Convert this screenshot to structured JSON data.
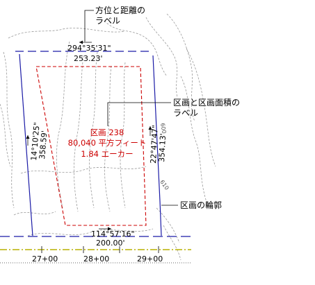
{
  "callouts": {
    "bearing_distance": "方位と距離の\nラベル",
    "parcel_area": "区画と区画面積の\nラベル",
    "parcel_outline": "区画の輪郭"
  },
  "top_segment": {
    "bearing": "294°35'31\"",
    "distance": "253.23'"
  },
  "bottom_segment": {
    "bearing": "114°57'16\"",
    "distance": "200.00'"
  },
  "left_segment": {
    "bearing": "14°10'25\"",
    "distance": "358.59'"
  },
  "right_segment": {
    "bearing": "22°47'47\"",
    "distance": "354.13'"
  },
  "parcel_label": {
    "name": "区画 238",
    "area_sqft": "80,040 平方フィート",
    "area_acre": "1.84 エーカー"
  },
  "stations": [
    "27+00",
    "28+00",
    "29+00"
  ],
  "contour_labels": [
    "600",
    "610"
  ],
  "colors": {
    "parcel_line": "#1a1aa6",
    "parcel_label": "#cc0000",
    "alignment": "#b8b000",
    "contour": "#9a9a9a"
  }
}
